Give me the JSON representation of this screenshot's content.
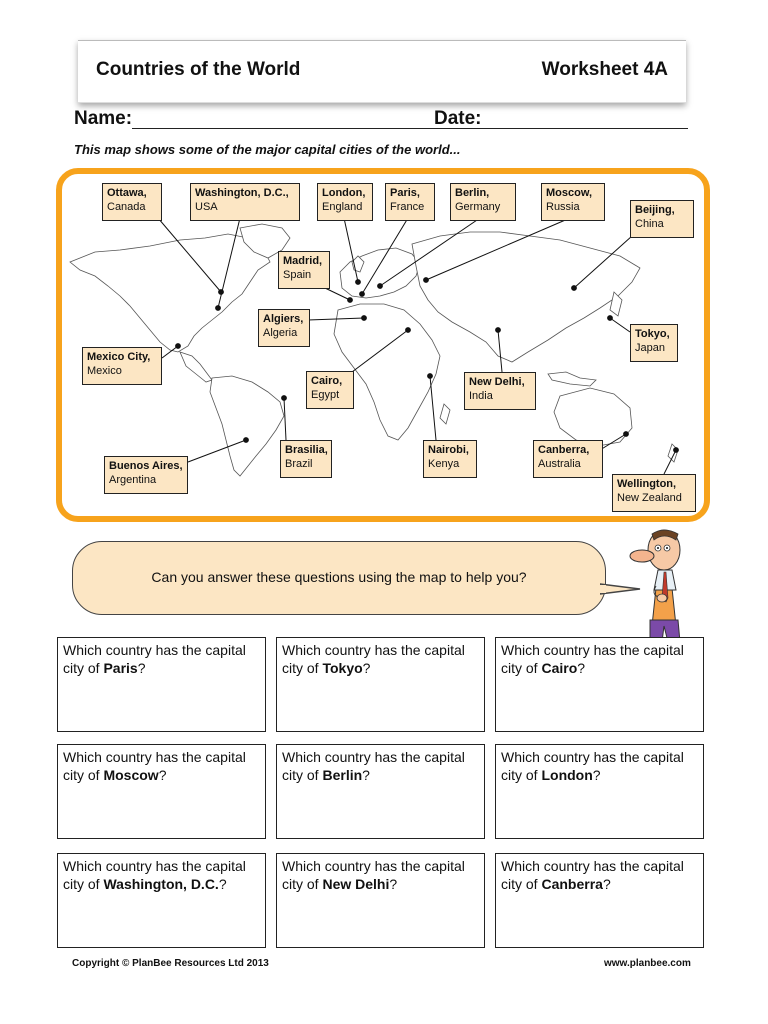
{
  "header": {
    "title": "Countries of the World",
    "worksheet": "Worksheet 4A"
  },
  "form": {
    "name_label": "Name:",
    "date_label": "Date:"
  },
  "intro": "This map shows some of the major capital cities of the world...",
  "map_labels": [
    {
      "city": "Ottawa,",
      "country": "Canada"
    },
    {
      "city": "Washington, D.C.,",
      "country": "USA"
    },
    {
      "city": "London,",
      "country": "England"
    },
    {
      "city": "Paris,",
      "country": "France"
    },
    {
      "city": "Berlin,",
      "country": "Germany"
    },
    {
      "city": "Moscow,",
      "country": "Russia"
    },
    {
      "city": "Beijing,",
      "country": "China"
    },
    {
      "city": "Madrid,",
      "country": "Spain"
    },
    {
      "city": "Algiers,",
      "country": "Algeria"
    },
    {
      "city": "Mexico City,",
      "country": "Mexico"
    },
    {
      "city": "Tokyo,",
      "country": "Japan"
    },
    {
      "city": "Cairo,",
      "country": "Egypt"
    },
    {
      "city": "New Delhi,",
      "country": "India"
    },
    {
      "city": "Brasilia,",
      "country": "Brazil"
    },
    {
      "city": "Nairobi,",
      "country": "Kenya"
    },
    {
      "city": "Canberra,",
      "country": "Australia"
    },
    {
      "city": "Buenos Aires,",
      "country": "Argentina"
    },
    {
      "city": "Wellington,",
      "country": "New Zealand"
    }
  ],
  "prompt": "Can you answer these questions using the map to help you?",
  "questions": [
    {
      "prefix": "Which country has the capital city of ",
      "city": "Paris",
      "suffix": "?"
    },
    {
      "prefix": "Which country has the capital city of ",
      "city": "Tokyo",
      "suffix": "?"
    },
    {
      "prefix": "Which country has the capital city of ",
      "city": "Cairo",
      "suffix": "?"
    },
    {
      "prefix": "Which country has the capital city of ",
      "city": "Moscow",
      "suffix": "?"
    },
    {
      "prefix": "Which country has the capital city of ",
      "city": "Berlin",
      "suffix": "?"
    },
    {
      "prefix": "Which country has the capital city of ",
      "city": "London",
      "suffix": "?"
    },
    {
      "prefix": "Which country has the capital city of ",
      "city": "Washington, D.C.",
      "suffix": "?"
    },
    {
      "prefix": "Which country has the capital city of ",
      "city": "New Delhi",
      "suffix": "?"
    },
    {
      "prefix": "Which country has the capital city of ",
      "city": "Canberra",
      "suffix": "?"
    }
  ],
  "footer": {
    "copyright": "Copyright © PlanBee Resources Ltd 2013",
    "website": "www.planbee.com"
  },
  "colors": {
    "frame": "#f7a31c",
    "label_fill": "#fce6c4"
  }
}
